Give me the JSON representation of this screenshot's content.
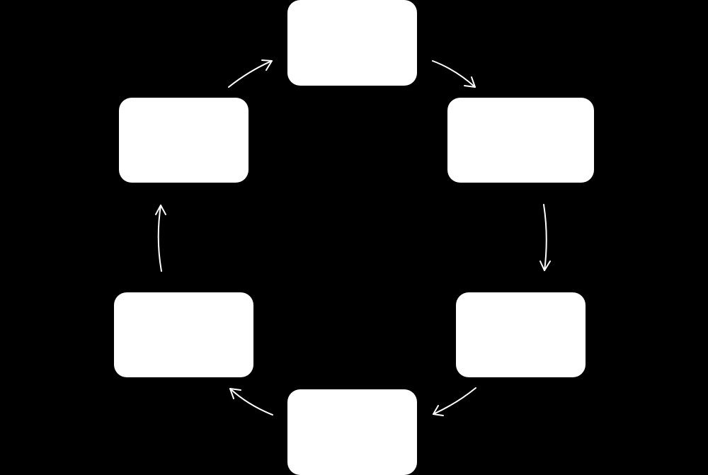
{
  "diagram": {
    "type": "cycle",
    "background_color": "#000000",
    "node_color": "#ffffff",
    "arrow_color": "#ffffff",
    "direction": "clockwise",
    "nodes": [
      {
        "id": "top",
        "label": ""
      },
      {
        "id": "upper-right",
        "label": ""
      },
      {
        "id": "lower-right",
        "label": ""
      },
      {
        "id": "bottom",
        "label": ""
      },
      {
        "id": "lower-left",
        "label": ""
      },
      {
        "id": "upper-left",
        "label": ""
      }
    ],
    "edges": [
      {
        "from": "top",
        "to": "upper-right"
      },
      {
        "from": "upper-right",
        "to": "lower-right"
      },
      {
        "from": "lower-right",
        "to": "bottom"
      },
      {
        "from": "bottom",
        "to": "lower-left"
      },
      {
        "from": "lower-left",
        "to": "upper-left"
      },
      {
        "from": "upper-left",
        "to": "top"
      }
    ]
  }
}
